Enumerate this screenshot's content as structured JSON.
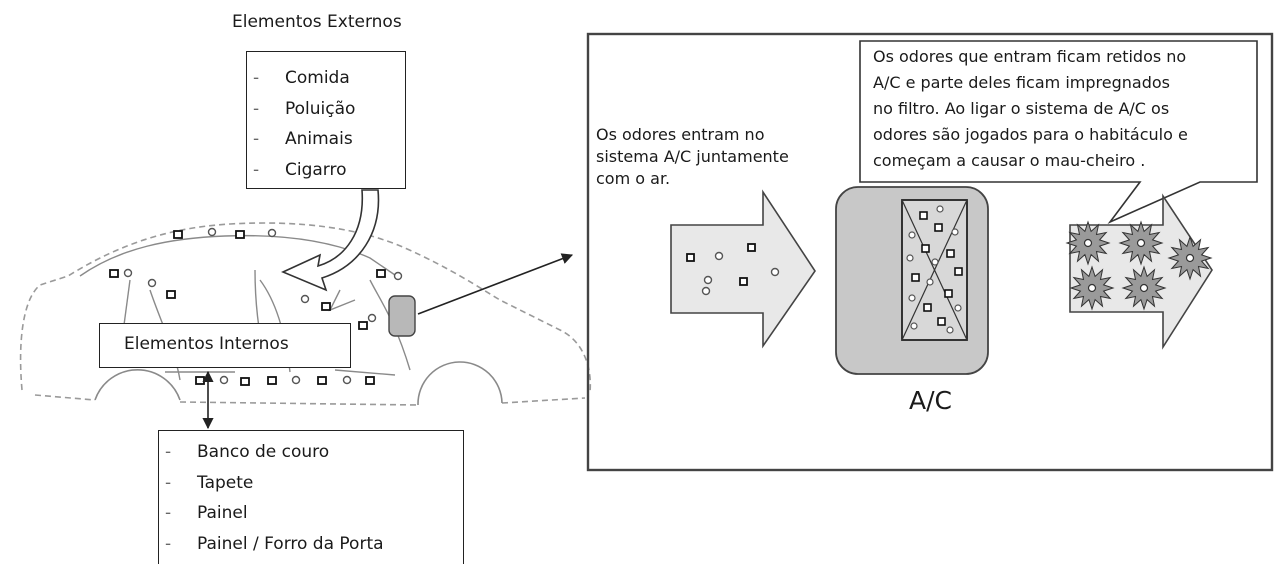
{
  "external": {
    "title": "Elementos Externos",
    "items": [
      "Comida",
      "Poluição",
      "Animais",
      "Cigarro"
    ]
  },
  "internal": {
    "title": "Elementos Internos",
    "items": [
      "Banco de couro",
      "Tapete",
      "Painel",
      "Painel / Forro da Porta"
    ]
  },
  "process": {
    "entry_text": [
      "Os odores entram no",
      "sistema A/C juntamente",
      "com o ar."
    ],
    "retained_text": [
      "Os odores que entram ficam retidos no",
      "A/C e parte deles ficam impregnados",
      "no filtro. Ao ligar o sistema de A/C os",
      "odores são jogados para o habitáculo e",
      "começam a causar o mau-cheiro  ."
    ],
    "ac_label": "A/C"
  }
}
